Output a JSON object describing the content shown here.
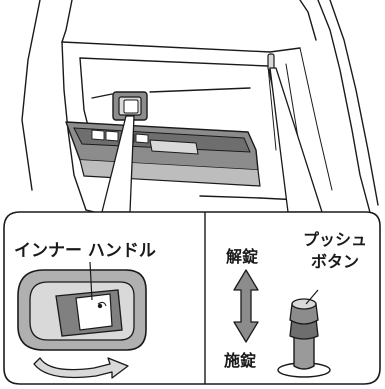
{
  "labels": {
    "inner_handle": "インナー ハンドル",
    "unlock": "解錠",
    "lock": "施錠",
    "push_button_line1": "プッシュ",
    "push_button_line2": "ボタン"
  },
  "colors": {
    "line": "#1a1a1a",
    "gray_light": "#d9d9d9",
    "gray_mid": "#a6a6a6",
    "gray_dark": "#6e6e6e",
    "background": "#ffffff"
  }
}
